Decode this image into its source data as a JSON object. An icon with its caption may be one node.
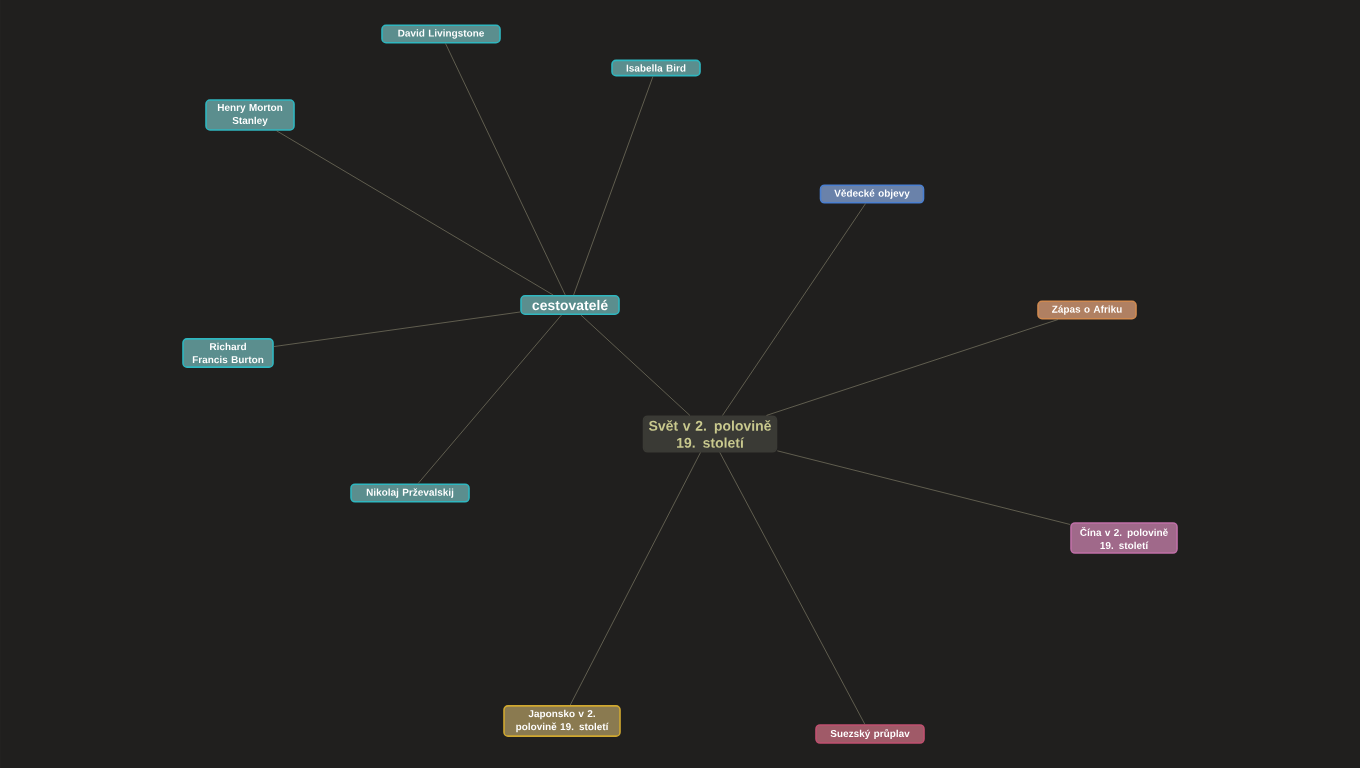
{
  "diagram": {
    "nodes": [
      {
        "text": [
          "Svět v 2. polovině 19. století"
        ]
      },
      {
        "text": [
          "cestovatelé"
        ]
      },
      {
        "text": [
          "David Livingstone"
        ]
      },
      {
        "text": [
          "Isabella Bird"
        ]
      },
      {
        "text": [
          "Henry Morton Stanley"
        ]
      },
      {
        "text": [
          "Richard Francis Burton"
        ]
      },
      {
        "text": [
          "Nikolaj Prževalskij"
        ]
      },
      {
        "text": [
          "Vědecké objevy"
        ]
      },
      {
        "text": [
          "Zápas o Afriku"
        ]
      },
      {
        "text": [
          "Čína v 2. polovině 19. století"
        ]
      },
      {
        "text": [
          "Japonsko v 2. polovině 19. století"
        ]
      },
      {
        "text": [
          "Suezský průplav"
        ]
      }
    ],
    "edges": [
      {
        "from": 0,
        "to": 1,
        "arrow": "none"
      },
      {
        "from": 1,
        "to": 2,
        "arrow": "none"
      },
      {
        "from": 1,
        "to": 3,
        "arrow": "none"
      },
      {
        "from": 1,
        "to": 4,
        "arrow": "none"
      },
      {
        "from": 1,
        "to": 5,
        "arrow": "none"
      },
      {
        "from": 1,
        "to": 6,
        "arrow": "none"
      },
      {
        "from": 0,
        "to": 7,
        "arrow": "none"
      },
      {
        "from": 0,
        "to": 8,
        "arrow": "none"
      },
      {
        "from": 0,
        "to": 9,
        "arrow": "none"
      },
      {
        "from": 0,
        "to": 10,
        "arrow": "none"
      },
      {
        "from": 0,
        "to": 11,
        "arrow": "none"
      }
    ]
  }
}
